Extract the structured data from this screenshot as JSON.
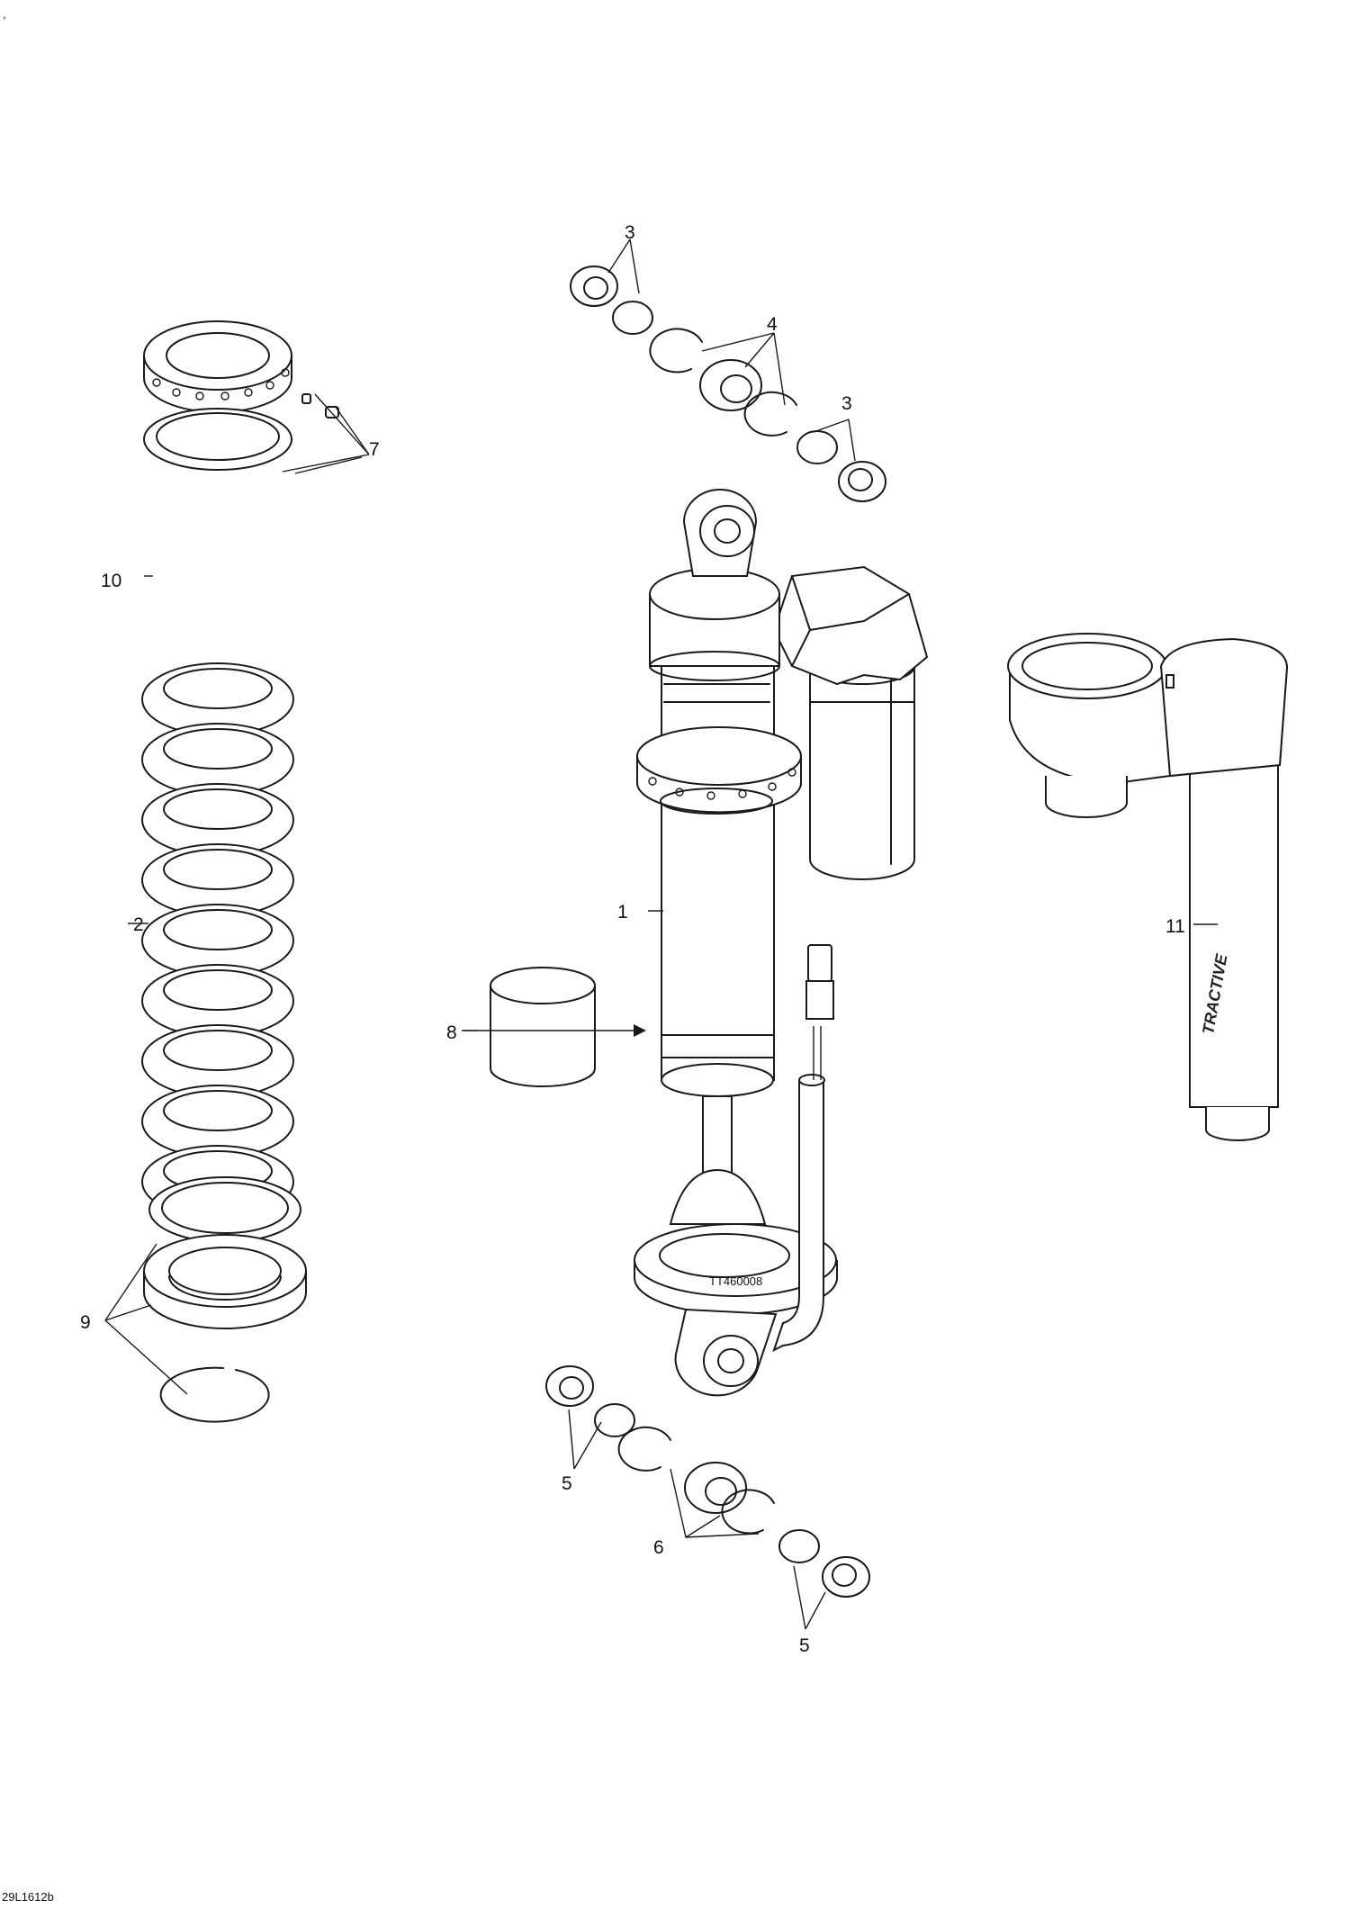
{
  "corner_mark": ",",
  "drawing_id": "29L1612b",
  "rod_end_stamp": "TT460008",
  "body_brand": "TRACTIVE",
  "callouts": {
    "c1": "1",
    "c2": "2",
    "c3a": "3",
    "c3b": "3",
    "c4": "4",
    "c5a": "5",
    "c5b": "5",
    "c6": "6",
    "c7": "7",
    "c8": "8",
    "c9": "9",
    "c10": "10",
    "c11": "11"
  }
}
